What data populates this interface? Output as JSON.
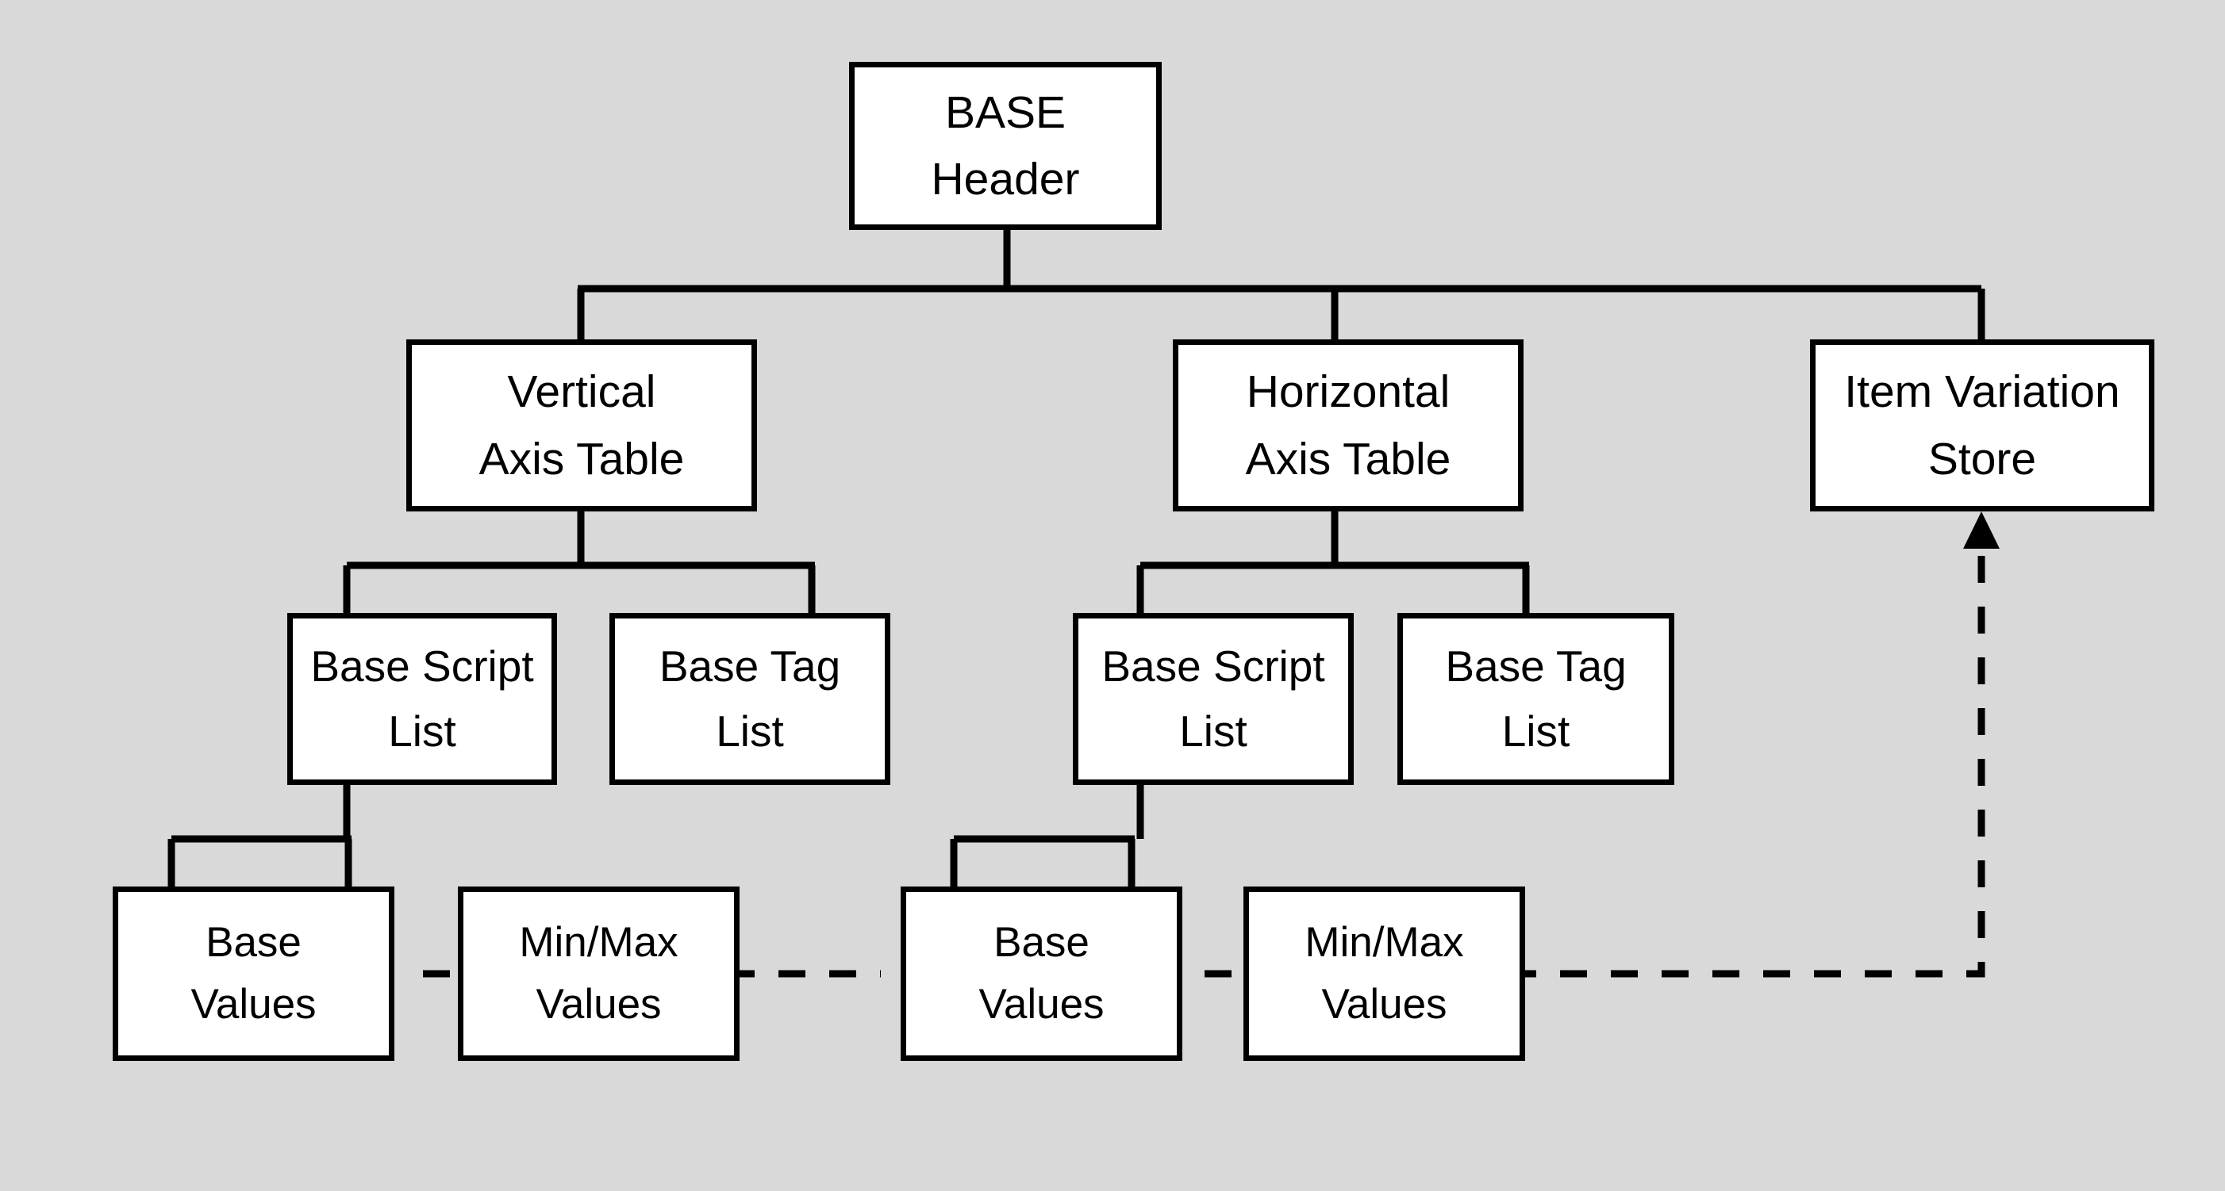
{
  "diagram": {
    "title": "BASE table structure",
    "background_color": "#d9d9d9",
    "box_fill_color": "#ffffff",
    "line_color": "#000000",
    "nodes": [
      {
        "id": "base-header",
        "name": "base-header-node",
        "line1": "BASE",
        "line2": "Header"
      },
      {
        "id": "vertical-axis",
        "name": "vertical-axis-table-node",
        "line1": "Vertical",
        "line2": "Axis Table"
      },
      {
        "id": "horizontal-axis",
        "name": "horizontal-axis-table-node",
        "line1": "Horizontal",
        "line2": "Axis Table"
      },
      {
        "id": "item-variation",
        "name": "item-variation-store-node",
        "line1": "Item Variation",
        "line2": "Store"
      },
      {
        "id": "v-base-script",
        "name": "vertical-base-script-list-node",
        "line1": "Base Script",
        "line2": "List"
      },
      {
        "id": "v-base-tag",
        "name": "vertical-base-tag-list-node",
        "line1": "Base Tag",
        "line2": "List"
      },
      {
        "id": "h-base-script",
        "name": "horizontal-base-script-list-node",
        "line1": "Base Script",
        "line2": "List"
      },
      {
        "id": "h-base-tag",
        "name": "horizontal-base-tag-list-node",
        "line1": "Base Tag",
        "line2": "List"
      },
      {
        "id": "v-base-values",
        "name": "vertical-base-values-node",
        "line1": "Base",
        "line2": "Values"
      },
      {
        "id": "v-minmax-values",
        "name": "vertical-minmax-values-node",
        "line1": "Min/Max",
        "line2": "Values"
      },
      {
        "id": "h-base-values",
        "name": "horizontal-base-values-node",
        "line1": "Base",
        "line2": "Values"
      },
      {
        "id": "h-minmax-values",
        "name": "horizontal-minmax-values-node",
        "line1": "Min/Max",
        "line2": "Values"
      }
    ],
    "connectors": [
      {
        "name": "base-header-to-axis-tables-bus",
        "style": "solid"
      },
      {
        "name": "vertical-axis-to-children-bus",
        "style": "solid"
      },
      {
        "name": "horizontal-axis-to-children-bus",
        "style": "solid"
      },
      {
        "name": "vertical-script-to-values-bus",
        "style": "solid"
      },
      {
        "name": "horizontal-script-to-values-bus",
        "style": "solid"
      },
      {
        "name": "values-to-item-variation-store-link",
        "style": "dashed",
        "arrowhead": "up"
      }
    ]
  }
}
